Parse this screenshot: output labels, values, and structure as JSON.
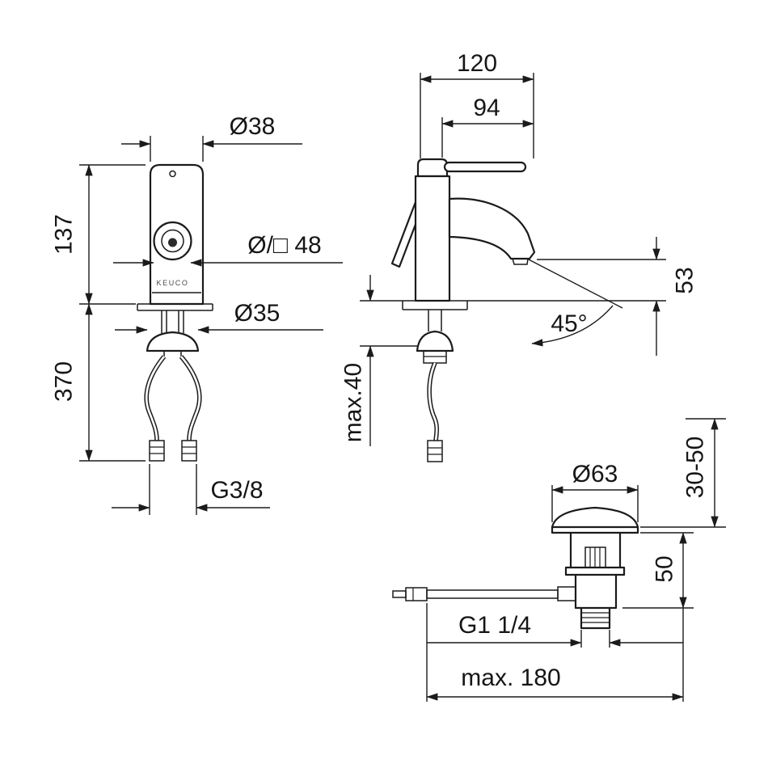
{
  "page": {
    "background": "#ffffff",
    "line_color": "#1b1b1b"
  },
  "views": {
    "front": {
      "name": "front-view",
      "brand_label": "KEUCO",
      "dimensions": {
        "top_width": "Ø38",
        "body_height": "137",
        "handle_dia": "Ø/□ 48",
        "escutcheon_dia": "Ø35",
        "hose_drop": "370",
        "hose_thread": "G3/8"
      }
    },
    "side": {
      "name": "side-view",
      "dimensions": {
        "total_depth": "120",
        "spout_reach": "94",
        "outlet_height": "53",
        "spray_angle": "45°",
        "max_deck": "max.40"
      }
    },
    "drain": {
      "name": "drain-waste-view",
      "dimensions": {
        "flange_dia": "Ø63",
        "deck_range": "30-50",
        "body_height": "50",
        "outlet_thread": "G1 1/4",
        "rod_length": "max. 180"
      }
    }
  }
}
